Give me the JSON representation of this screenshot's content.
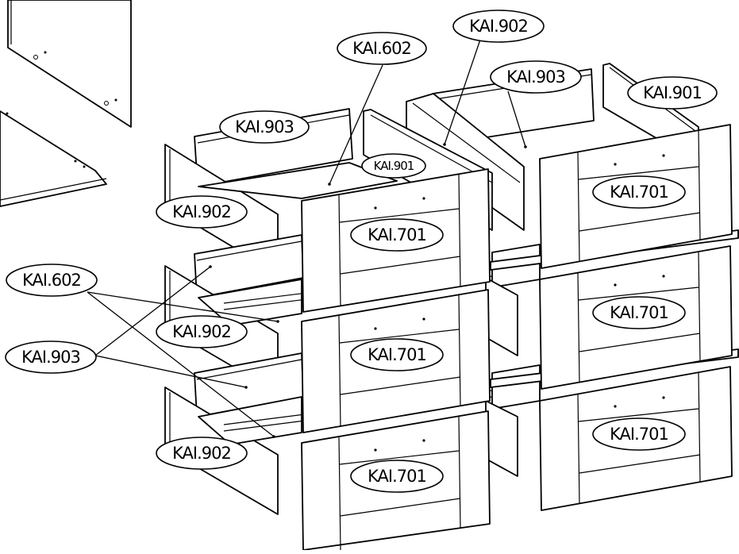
{
  "diagram": {
    "part_labels": {
      "kai602_top": "KAI.602",
      "kai902_top": "KAI.902",
      "kai903_right": "KAI.903",
      "kai901_right": "KAI.901",
      "kai903_left": "KAI.903",
      "kai901_small": "KAI.901",
      "kai902_upper": "KAI.902",
      "kai602_side": "KAI.602",
      "kai902_middle": "KAI.902",
      "kai903_side": "KAI.903",
      "kai902_lower": "KAI.902",
      "kai701_top_left": "KAI.701",
      "kai701_top_right": "KAI.701",
      "kai701_mid_left": "KAI.701",
      "kai701_mid_right": "KAI.701",
      "kai701_bot_left": "KAI.701",
      "kai701_bot_right": "KAI.701"
    }
  }
}
